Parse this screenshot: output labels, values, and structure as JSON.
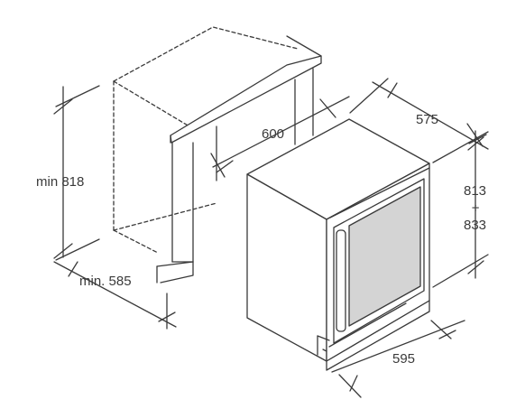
{
  "dimensions": {
    "cabinet_width": "600",
    "cabinet_height": "min 818",
    "cabinet_depth": "min. 585",
    "appliance_depth": "575",
    "appliance_width": "595",
    "appliance_height_min": "813",
    "height_range_symbol": "÷",
    "appliance_height_max": "833"
  },
  "colors": {
    "line": "#3a3a3a",
    "glass": "#d4d4d4"
  }
}
